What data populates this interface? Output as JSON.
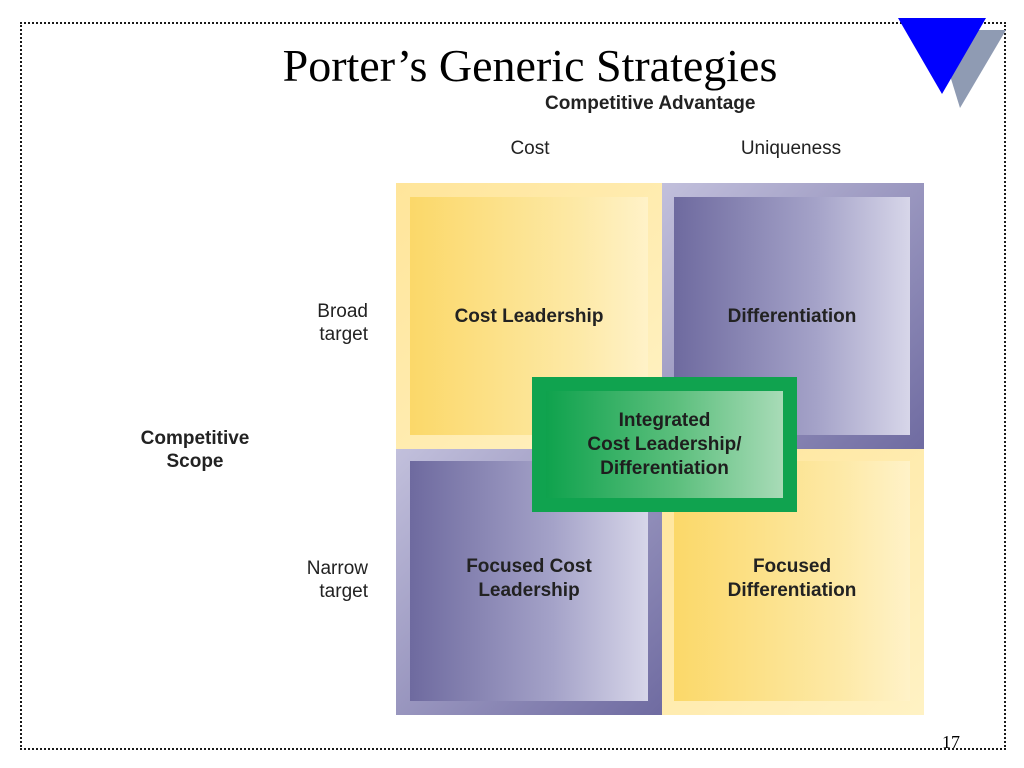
{
  "slide": {
    "title": "Porter’s Generic Strategies",
    "page_number": "17"
  },
  "diagram": {
    "axis_top_label": "Competitive Advantage",
    "columns": [
      "Cost",
      "Uniqueness"
    ],
    "axis_left_label": "Competitive\nScope",
    "rows": [
      "Broad\ntarget",
      "Narrow\ntarget"
    ],
    "cells": {
      "top_left": "Cost Leadership",
      "top_right": "Differentiation",
      "bottom_left": "Focused Cost\nLeadership",
      "bottom_right": "Focused\nDifferentiation",
      "center": "Integrated\nCost Leadership/\nDifferentiation"
    }
  },
  "colors": {
    "gold": "#fbd869",
    "purple": "#6e6a9f",
    "green": "#10a34f",
    "logo_blue": "#0000ff",
    "logo_gray": "#8f9bb3"
  }
}
